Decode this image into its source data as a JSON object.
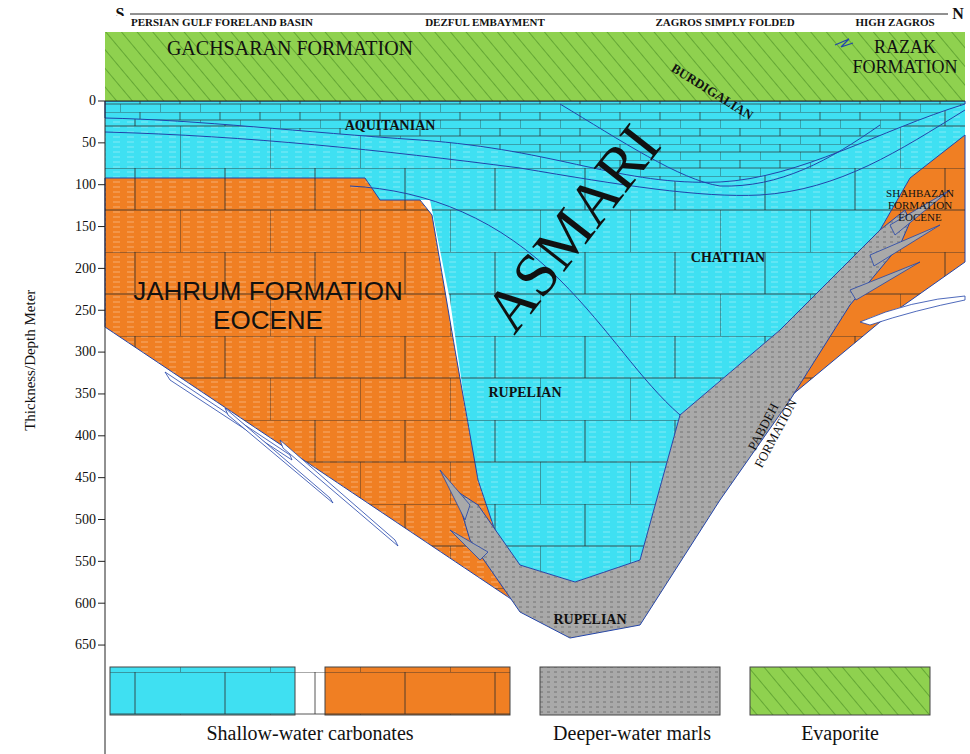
{
  "diagram": {
    "labels": [
      "S",
      "N",
      "PERSIAN GULF FORELAND BASIN",
      "DEZFUL EMBAYMENT",
      "ZAGROS SIMPLY FOLDED",
      "HIGH ZAGROS",
      "GACHSARAN FORMATION",
      "BURDIGALIAN",
      "RAZAK FORMATION",
      "AQUITANIAN",
      "ASMARI",
      "JAHRUM FORMATION EOCENE",
      "CHATTIAN",
      "SHAHBAZAN FORMATION EOCENE",
      "RUPELIAN",
      "PABDEH FORMATION",
      "RUPELIAN",
      "Thickness/Depth Meter",
      "0",
      "50",
      "100",
      "150",
      "200",
      "250",
      "300",
      "350",
      "400",
      "450",
      "500",
      "550",
      "600",
      "650"
    ],
    "legend": [
      {
        "text": "Shallow-water carbonates",
        "color": "#3fe0f2"
      },
      {
        "text": "Deeper-water marls",
        "color": "#a9a9a9"
      },
      {
        "text": "Evaporite",
        "color": "#8fd14f"
      }
    ]
  }
}
